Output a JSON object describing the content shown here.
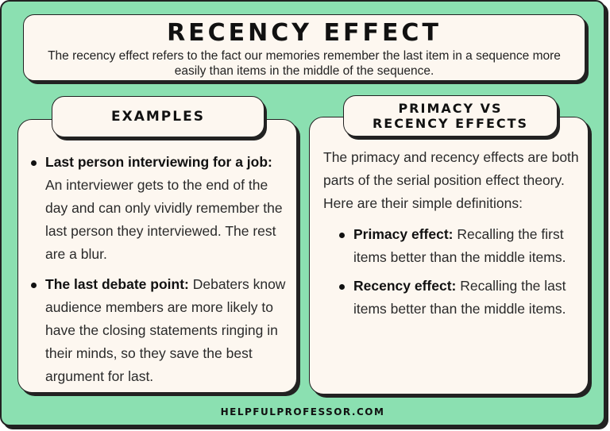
{
  "header": {
    "title": "RECENCY EFFECT",
    "subtitle": "The recency effect refers to the fact our memories remember the last item in a sequence more easily than items in the middle of the sequence."
  },
  "examples": {
    "heading": "EXAMPLES",
    "items": [
      {
        "term": "Last person interviewing for a job:",
        "text": " An interviewer gets to the end of the day and can only vividly remember the last person they interviewed. The rest are a blur."
      },
      {
        "term": "The last debate point:",
        "text": " Debaters know audience members are more likely to have the closing statements ringing in their minds, so they save the best argument for last."
      }
    ]
  },
  "comparison": {
    "heading_line1": "PRIMACY VS",
    "heading_line2": "RECENCY EFFECTS",
    "intro": "The primacy and recency effects are both parts of the serial position effect theory. Here are their simple definitions:",
    "items": [
      {
        "term": "Primacy effect:",
        "text": " Recalling the first items better than the middle items."
      },
      {
        "term": "Recency effect:",
        "text": " Recalling the last items better than the middle items."
      }
    ]
  },
  "footer": {
    "site": "HELPFULPROFESSOR.COM"
  },
  "colors": {
    "background_green": "#8be0b1",
    "card_cream": "#fdf7f0",
    "outline": "#222222"
  }
}
